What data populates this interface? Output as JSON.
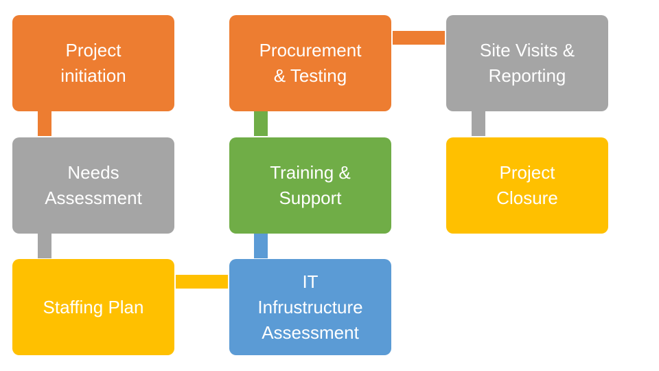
{
  "colors": {
    "orange": "#ED7D31",
    "gray": "#A5A5A5",
    "gold": "#FFC000",
    "blue": "#5B9BD5",
    "green": "#70AD47"
  },
  "steps": [
    {
      "label": "Project\ninitiation",
      "color": "#ED7D31"
    },
    {
      "label": "Needs\nAssessment",
      "color": "#A5A5A5"
    },
    {
      "label": "Staffing Plan",
      "color": "#FFC000"
    },
    {
      "label": "IT\nInfrustructure\nAssessment",
      "color": "#5B9BD5"
    },
    {
      "label": "Training &\nSupport",
      "color": "#70AD47"
    },
    {
      "label": "Procurement\n& Testing",
      "color": "#ED7D31"
    },
    {
      "label": "Site Visits &\nReporting",
      "color": "#A5A5A5"
    },
    {
      "label": "Project\nClosure",
      "color": "#FFC000"
    }
  ],
  "connectors": [
    {
      "color": "#ED7D31"
    },
    {
      "color": "#A5A5A5"
    },
    {
      "color": "#FFC000"
    },
    {
      "color": "#5B9BD5"
    },
    {
      "color": "#70AD47"
    },
    {
      "color": "#ED7D31"
    },
    {
      "color": "#A5A5A5"
    }
  ]
}
